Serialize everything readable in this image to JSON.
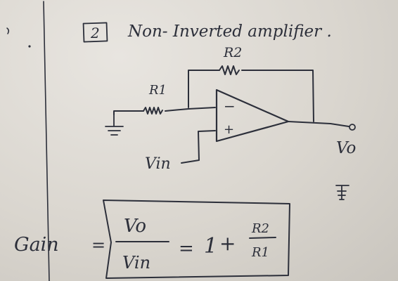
{
  "heading": {
    "number": "2",
    "title": "Non- Inverted amplifier ."
  },
  "circuit": {
    "resistor_feedback_label": "R2",
    "resistor_input_label": "R1",
    "minus_sign": "−",
    "plus_sign": "+",
    "input_label": "Vin",
    "output_label": "Vo"
  },
  "formula": {
    "lhs": "Gain",
    "eq1": "=",
    "frac1_num": "Vo",
    "frac1_den": "Vin",
    "eq2": "=",
    "one": "1",
    "plus": "+",
    "frac2_num": "R2",
    "frac2_den": "R1"
  },
  "colors": {
    "board": "#dcd8d2",
    "ink": "#2c2f3a"
  }
}
